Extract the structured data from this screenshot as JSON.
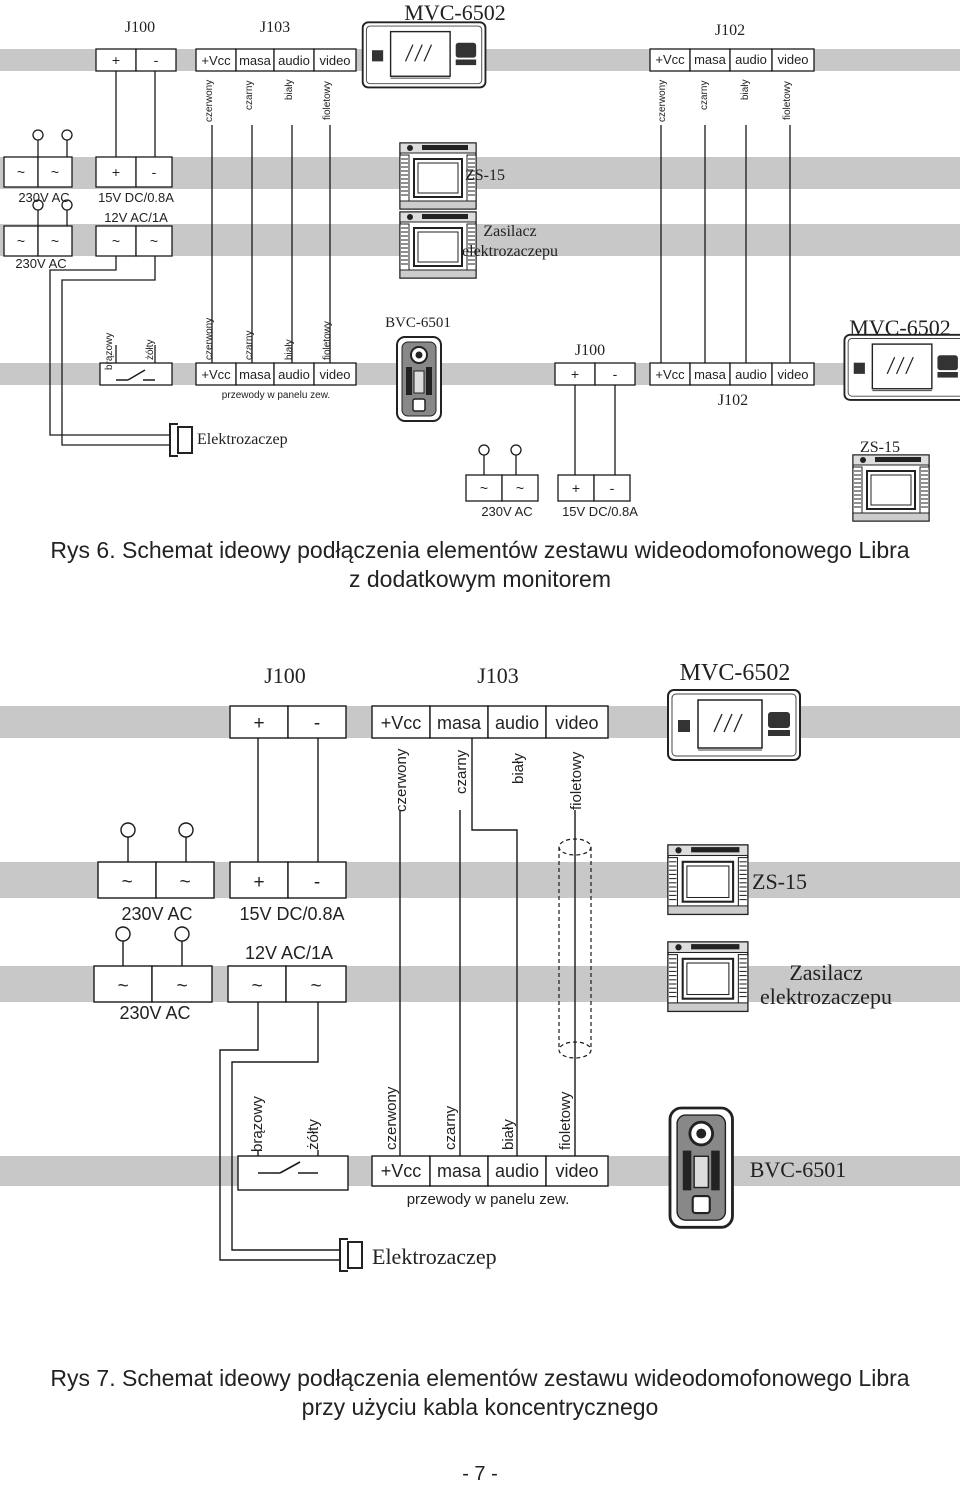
{
  "rys6": {
    "j100": {
      "label": "J100",
      "plus": "+",
      "minus": "-"
    },
    "j103": {
      "label": "J103",
      "vcc": "+Vcc",
      "masa": "masa",
      "audio": "audio",
      "video": "video"
    },
    "j102_monitor": {
      "label": "J102",
      "vcc": "+Vcc",
      "masa": "masa",
      "audio": "audio",
      "video": "video"
    },
    "monitor_top": "MVC-6502",
    "wires_top": [
      "czerwony",
      "czarny",
      "biały",
      "fioletowy"
    ],
    "wires_j102": [
      "czerwony",
      "czarny",
      "biały",
      "fioletowy"
    ],
    "psu1": {
      "t1": "~",
      "t2": "~",
      "label": "230V AC"
    },
    "psu1_out": {
      "t1": "+",
      "t2": "-",
      "label": "15V DC/0.8A"
    },
    "psu2": {
      "t1": "~",
      "t2": "~",
      "label": "230V AC"
    },
    "psu2_out": {
      "label": "12V AC/1A",
      "t1": "~",
      "t2": "~"
    },
    "zs15": "ZS-15",
    "zasilacz": [
      "Zasilacz",
      "elektrozaczepu"
    ],
    "panel_wires": [
      "brązowy",
      "żółty",
      "czerwony",
      "czarny",
      "biały",
      "fioletowy"
    ],
    "panel_term": {
      "vcc": "+Vcc",
      "masa": "masa",
      "audio": "audio",
      "video": "video"
    },
    "panel_note": "przewody w panelu zew.",
    "bvc": "BVC-6501",
    "j100_b": {
      "label": "J100",
      "plus": "+",
      "minus": "-"
    },
    "j102_b": {
      "label": "J102",
      "vcc": "+Vcc",
      "masa": "masa",
      "audio": "audio",
      "video": "video"
    },
    "monitor_b": "MVC-6502",
    "zs15_b": "ZS-15",
    "psu3": {
      "t1": "~",
      "t2": "~",
      "label": "230V AC"
    },
    "psu3_out": {
      "t1": "+",
      "t2": "-",
      "label": "15V DC/0.8A"
    },
    "lock": "Elektrozaczep",
    "caption": [
      "Rys 6. Schemat ideowy podłączenia elementów zestawu wideodomofonowego Libra",
      "z dodatkowym monitorem"
    ]
  },
  "rys7": {
    "j100": {
      "label": "J100",
      "plus": "+",
      "minus": "-"
    },
    "j103": {
      "label": "J103",
      "vcc": "+Vcc",
      "masa": "masa",
      "audio": "audio",
      "video": "video"
    },
    "monitor": "MVC-6502",
    "wires_top": [
      "czerwony",
      "czarny",
      "biały",
      "fioletowy"
    ],
    "psu1": {
      "t1": "~",
      "t2": "~",
      "label": "230V AC"
    },
    "psu1_out": {
      "t1": "+",
      "t2": "-",
      "label": "15V DC/0.8A"
    },
    "psu2": {
      "t1": "~",
      "t2": "~",
      "label": "230V AC"
    },
    "psu2_out": {
      "label": "12V AC/1A",
      "t1": "~",
      "t2": "~"
    },
    "zs15": "ZS-15",
    "zasilacz": [
      "Zasilacz",
      "elektrozaczepu"
    ],
    "panel_wires": [
      "brązowy",
      "żółty",
      "czerwony",
      "czarny",
      "biały",
      "fioletowy"
    ],
    "panel_term": {
      "vcc": "+Vcc",
      "masa": "masa",
      "audio": "audio",
      "video": "video"
    },
    "panel_note": "przewody w panelu zew.",
    "bvc": "BVC-6501",
    "lock": "Elektrozaczep",
    "caption": [
      "Rys 7. Schemat ideowy podłączenia elementów zestawu wideodomofonowego Libra",
      "przy użyciu kabla koncentrycznego"
    ]
  },
  "page_number": "- 7 -",
  "colors": {
    "line": "#1a1a1a",
    "band": "#c8c8c8",
    "gray": "#7a7a7a"
  }
}
